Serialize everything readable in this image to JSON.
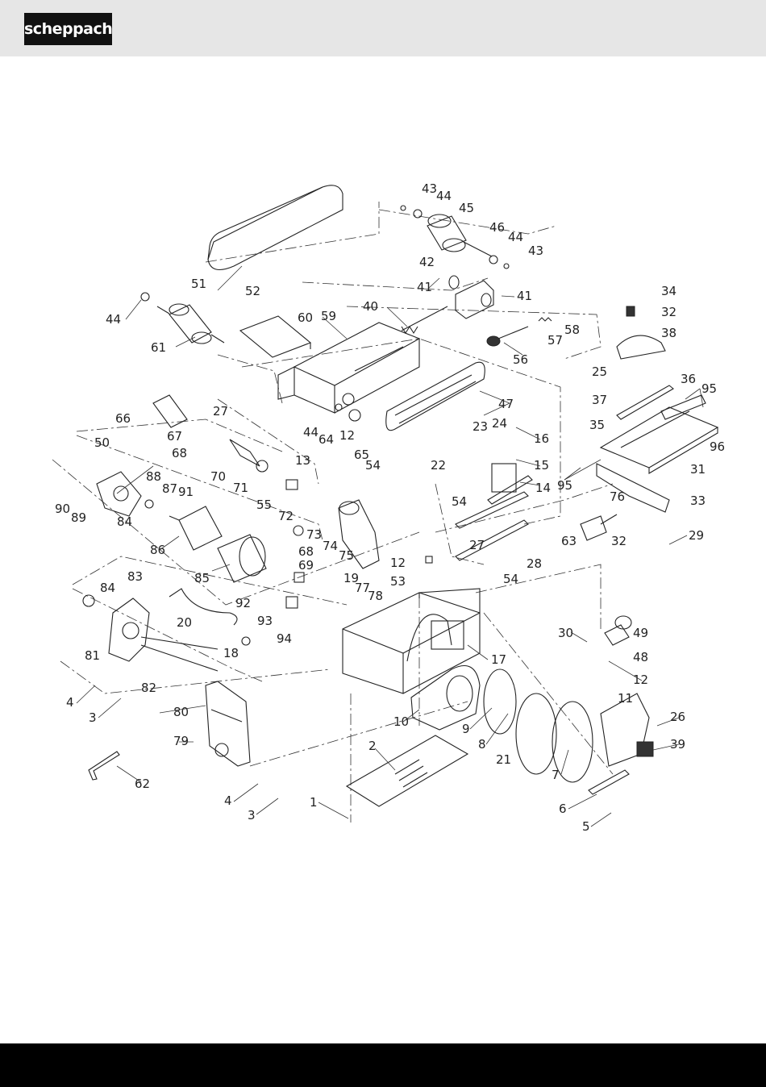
{
  "brand": {
    "logo_text": "scheppach"
  },
  "diagram": {
    "labels": [
      "1",
      "2",
      "3",
      "3",
      "4",
      "4",
      "5",
      "6",
      "7",
      "8",
      "9",
      "10",
      "11",
      "12",
      "12",
      "12",
      "13",
      "14",
      "15",
      "16",
      "17",
      "18",
      "19",
      "20",
      "21",
      "22",
      "23",
      "24",
      "25",
      "26",
      "27",
      "27",
      "28",
      "29",
      "30",
      "31",
      "32",
      "32",
      "33",
      "34",
      "35",
      "36",
      "37",
      "38",
      "39",
      "40",
      "41",
      "41",
      "42",
      "43",
      "43",
      "44",
      "44",
      "44",
      "44",
      "45",
      "46",
      "47",
      "48",
      "49",
      "50",
      "51",
      "52",
      "53",
      "54",
      "54",
      "54",
      "55",
      "56",
      "57",
      "58",
      "59",
      "60",
      "61",
      "62",
      "63",
      "64",
      "65",
      "66",
      "67",
      "68",
      "68",
      "69",
      "70",
      "71",
      "72",
      "73",
      "74",
      "75",
      "76",
      "77",
      "78",
      "79",
      "80",
      "81",
      "82",
      "83",
      "84",
      "84",
      "85",
      "86",
      "87",
      "88",
      "89",
      "90",
      "91",
      "92",
      "93",
      "94",
      "95",
      "95",
      "96"
    ]
  }
}
